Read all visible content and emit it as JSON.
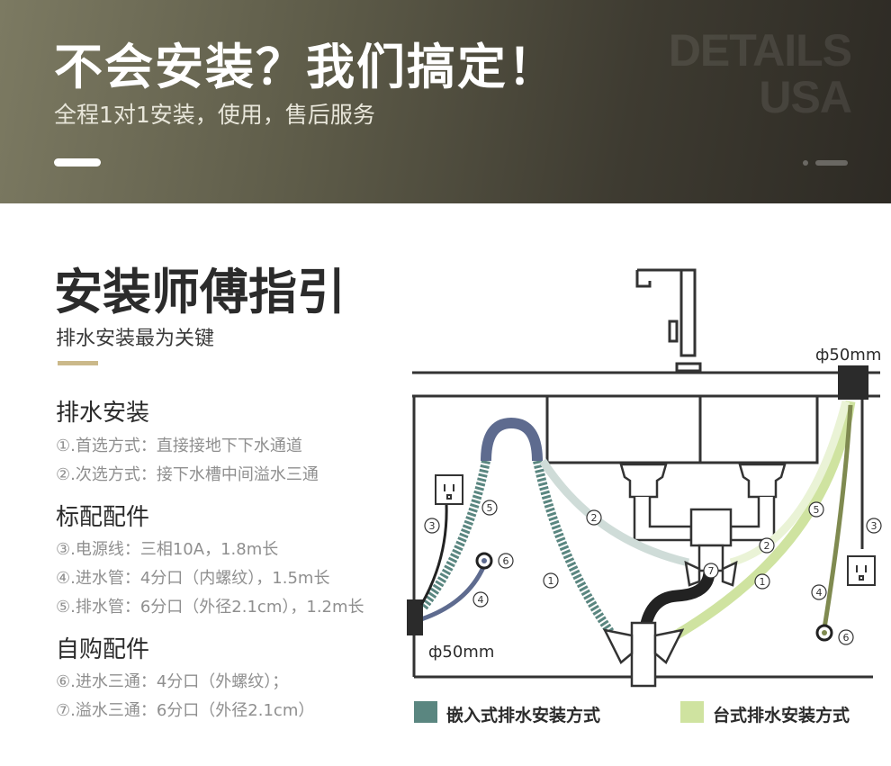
{
  "banner": {
    "title": "不会安装？我们搞定！",
    "subtitle": "全程1对1安装，使用，售后服务",
    "watermark_line1": "DETAILS",
    "watermark_line2": "USA"
  },
  "guide": {
    "title": "安装师傅指引",
    "subtitle": "排水安装最为关键",
    "sections": [
      {
        "heading": "排水安装",
        "items": [
          "①.首选方式：直接接地下下水通道",
          "②.次选方式：接下水槽中间溢水三通"
        ]
      },
      {
        "heading": "标配配件",
        "items": [
          "③.电源线：三相10A，1.8m长",
          "④.进水管：4分口（内螺纹），1.5m长",
          "⑤.排水管：6分口（外径2.1cm），1.2m长"
        ]
      },
      {
        "heading": "自购配件",
        "items": [
          "⑥.进水三通：4分口（外螺纹）；",
          "⑦.溢水三通：6分口（外径2.1cm）"
        ]
      }
    ]
  },
  "diagram": {
    "pipe_label_right": "ф50mm",
    "pipe_label_left": "ф50mm",
    "markers": {
      "m1": "1",
      "m2": "2",
      "m3": "3",
      "m4": "4",
      "m5": "5",
      "m6": "6",
      "m7": "7"
    }
  },
  "legend": {
    "items": [
      {
        "label": "嵌入式排水安装方式",
        "color": "#5a8680"
      },
      {
        "label": "台式排水安装方式",
        "color": "#cfe3a0"
      }
    ]
  },
  "colors": {
    "embedded_pipe": "#5a8680",
    "countertop_pipe": "#cfe3a0",
    "inlet_hose": "#5e6b8f",
    "lines": "#333333",
    "gold_accent": "#cbb98a"
  }
}
